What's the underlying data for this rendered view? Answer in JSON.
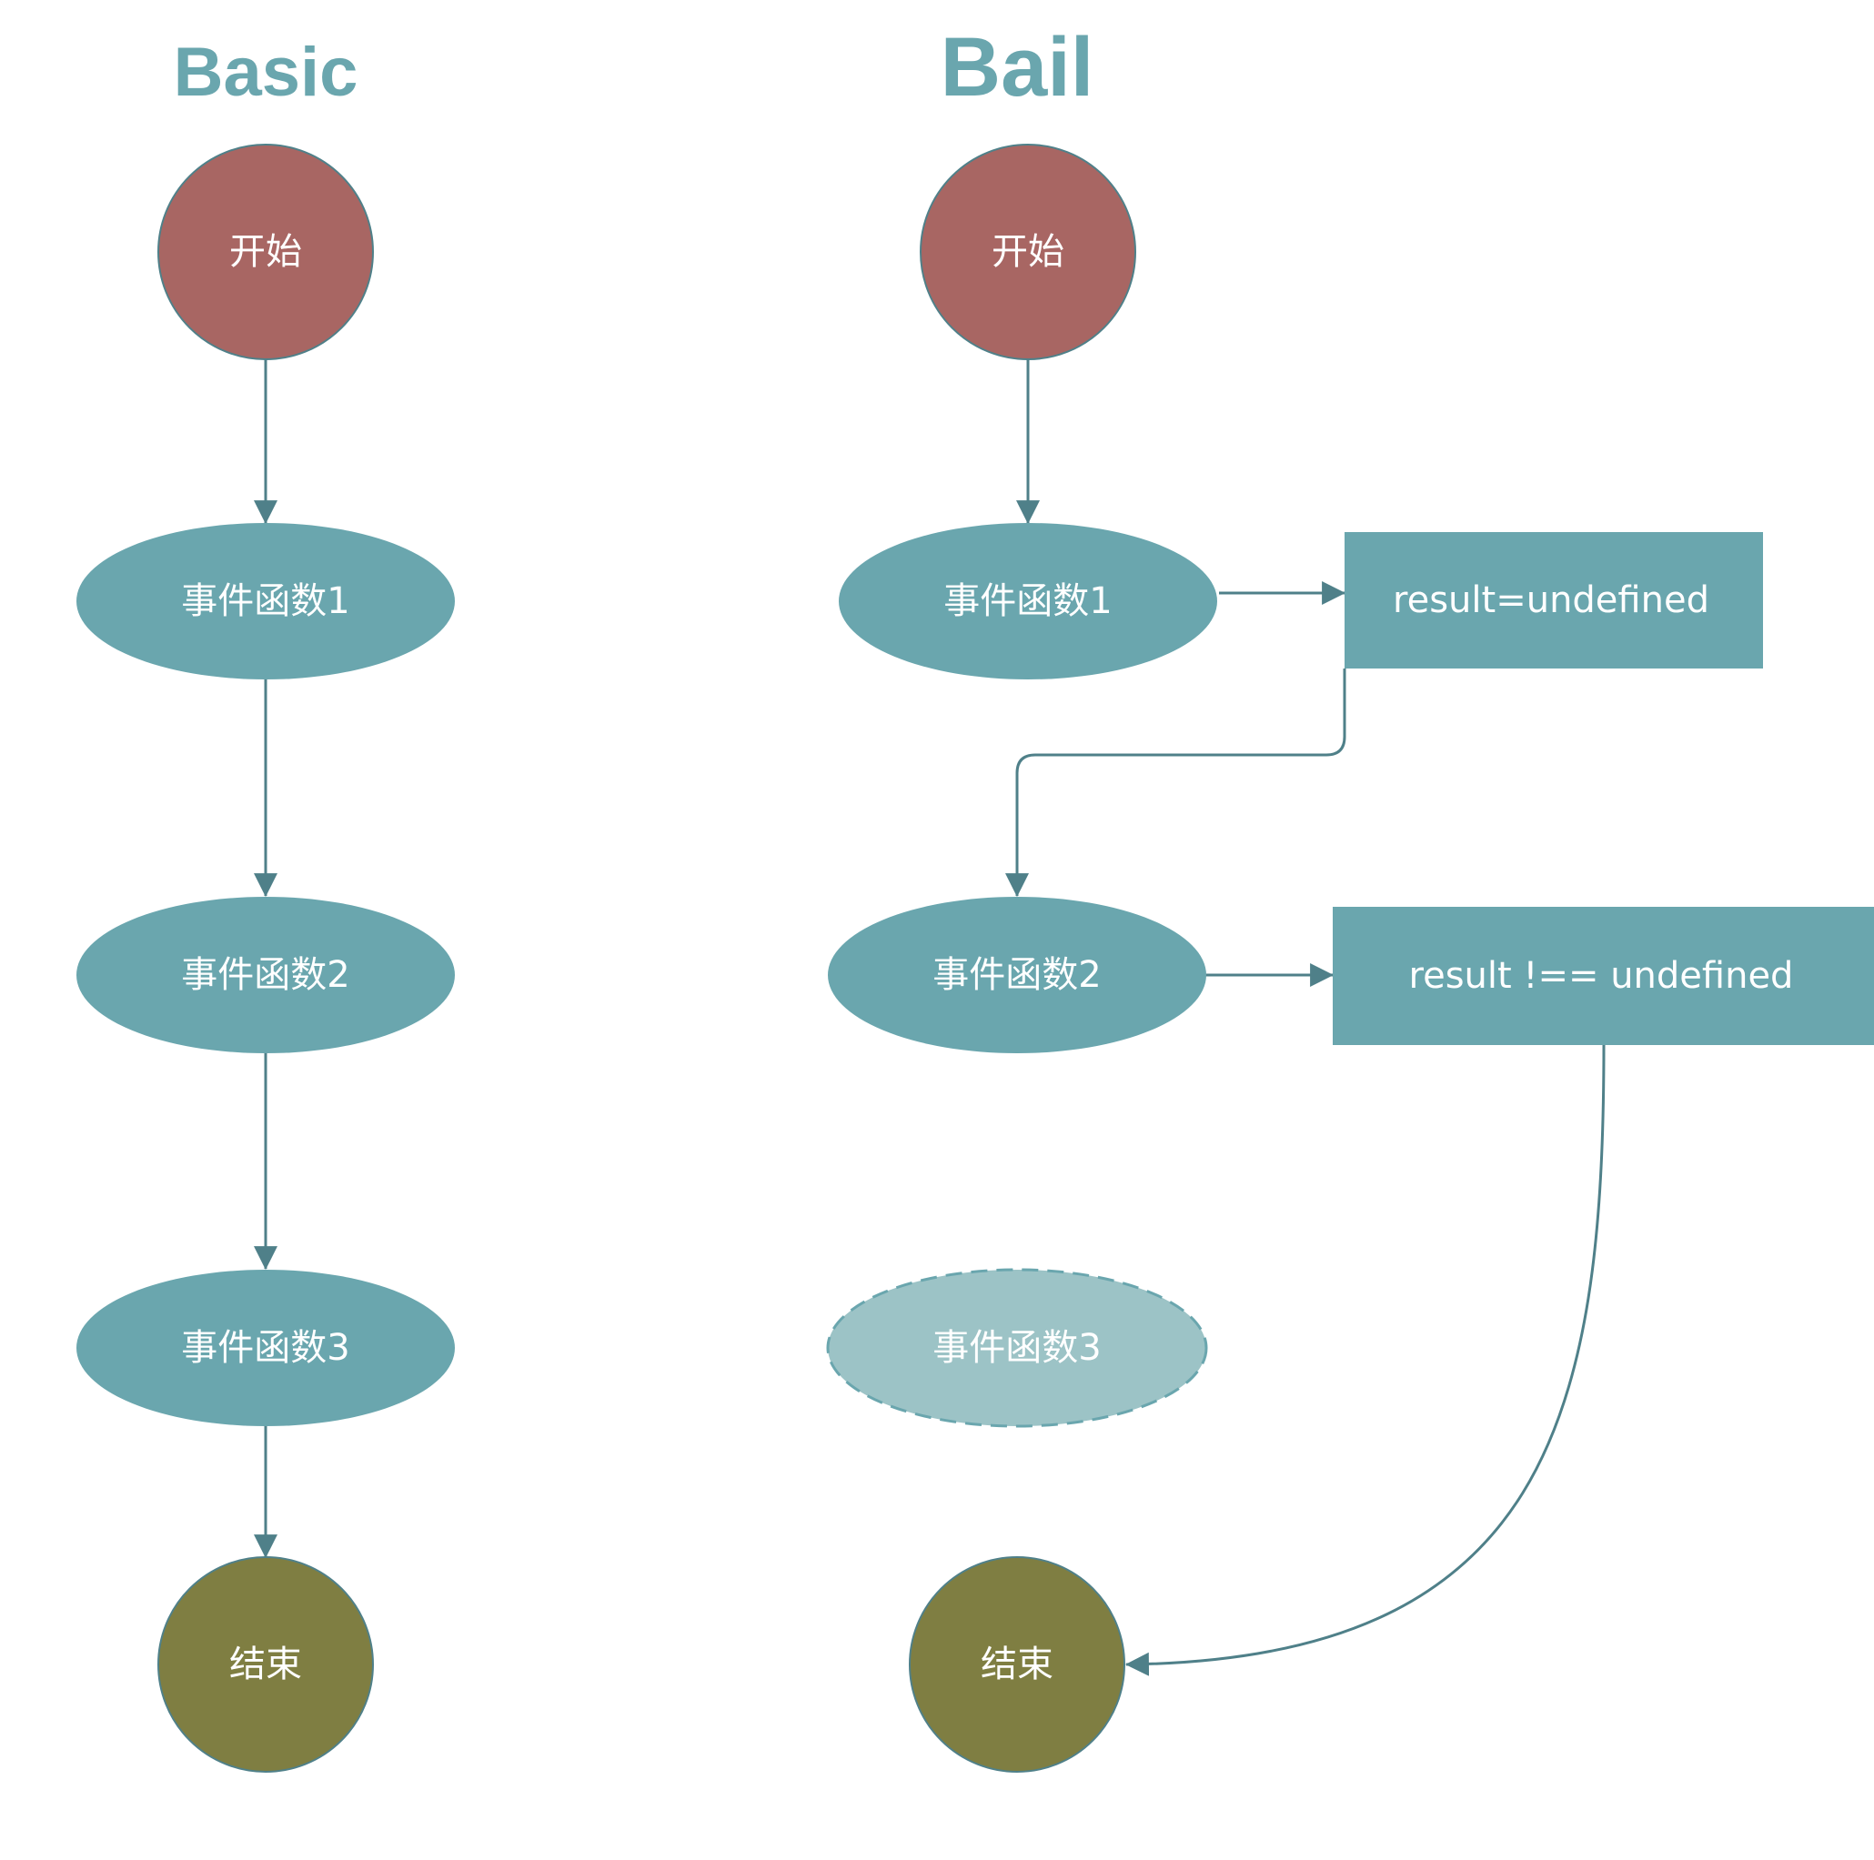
{
  "colors": {
    "start": "#a86663",
    "process": "#6aa6ae",
    "process_faded": "#9cc3c6",
    "end": "#7f7e42",
    "edge": "#4f8089",
    "title": "#6aa6ae",
    "label": "#ffffff"
  },
  "basic": {
    "title": "Basic",
    "start": "开始",
    "step1": "事件函数1",
    "step2": "事件函数2",
    "step3": "事件函数3",
    "end": "结束"
  },
  "bail": {
    "title": "Bail",
    "start": "开始",
    "step1": "事件函数1",
    "cond1": "result=undefined",
    "step2": "事件函数2",
    "cond2": "result !== undefined",
    "step3": "事件函数3",
    "end": "结束"
  }
}
